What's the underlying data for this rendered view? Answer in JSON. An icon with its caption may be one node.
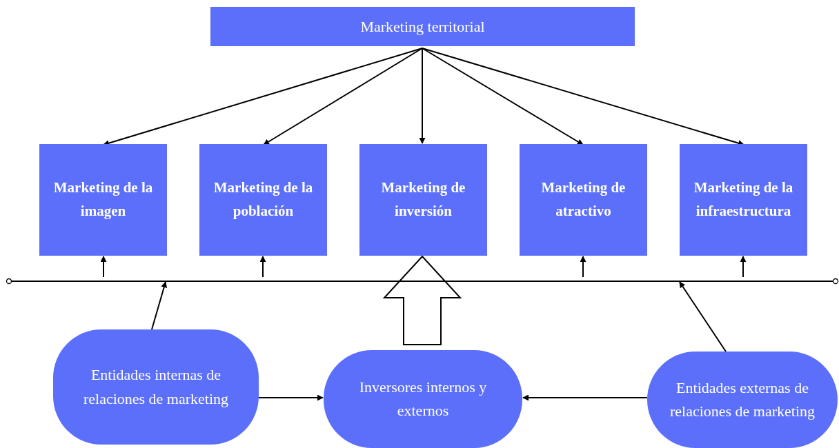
{
  "diagram": {
    "nodes": [
      {
        "text": [
          "Marketing territorial"
        ]
      },
      {
        "text": [
          "Marketing de la imagen"
        ]
      },
      {
        "text": [
          "Marketing de la población"
        ]
      },
      {
        "text": [
          "Marketing de inversión"
        ]
      },
      {
        "text": [
          "Marketing de atractivo"
        ]
      },
      {
        "text": [
          "Marketing de la infraestructura"
        ]
      },
      {
        "text": [],
        "shape": "bar"
      },
      {
        "text": [
          "Entidades internas de relaciones de marketing"
        ]
      },
      {
        "text": [
          "Inversores internos y externos"
        ]
      },
      {
        "text": [
          "Entidades externas de relaciones de marketing"
        ]
      }
    ],
    "edges": [
      {
        "from": 0,
        "to": 1,
        "arrow": "to"
      },
      {
        "from": 0,
        "to": 2,
        "arrow": "to"
      },
      {
        "from": 0,
        "to": 3,
        "arrow": "to"
      },
      {
        "from": 0,
        "to": 4,
        "arrow": "to"
      },
      {
        "from": 0,
        "to": 5,
        "arrow": "to"
      },
      {
        "from": 6,
        "to": 1,
        "arrow": "to"
      },
      {
        "from": 6,
        "to": 2,
        "arrow": "to"
      },
      {
        "from": 6,
        "to": 4,
        "arrow": "to"
      },
      {
        "from": 6,
        "to": 5,
        "arrow": "to"
      },
      {
        "from": 7,
        "to": 6,
        "arrow": "to"
      },
      {
        "from": 9,
        "to": 6,
        "arrow": "to"
      },
      {
        "from": 7,
        "to": 8,
        "arrow": "to"
      },
      {
        "from": 9,
        "to": 8,
        "arrow": "to"
      },
      {
        "from": 8,
        "to": 3,
        "arrow": "to",
        "style": "thick"
      }
    ]
  }
}
